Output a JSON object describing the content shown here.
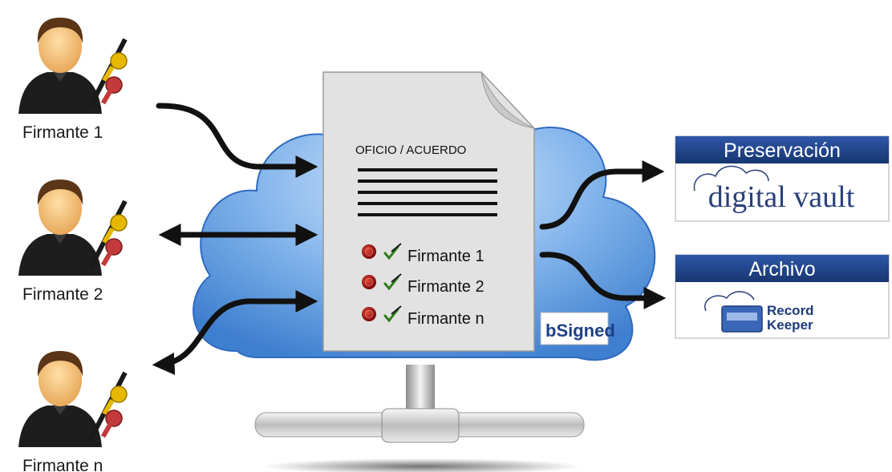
{
  "signers": [
    {
      "label": "Firmante 1"
    },
    {
      "label": "Firmante 2"
    },
    {
      "label": "Firmante n"
    }
  ],
  "document": {
    "title": "OFICIO / ACUERDO",
    "signatures": [
      "Firmante 1",
      "Firmante 2",
      "Firmante n"
    ]
  },
  "brand": {
    "logo_text": "bSigned"
  },
  "outputs": {
    "preservation": {
      "header": "Preservación",
      "logo_text": "digital vault"
    },
    "archive": {
      "header": "Archivo",
      "logo_line1": "Record",
      "logo_line2": "Keeper"
    }
  },
  "icons": [
    "user-icon",
    "key-icon",
    "pen-icon",
    "wax-seal-icon",
    "checkmark-icon",
    "folder-icon",
    "cloud-icon",
    "server-base-icon"
  ],
  "colors": {
    "cloud": "#7fb2ea",
    "arrow": "#111111",
    "header_blue": "#1c3f86",
    "seal": "#b01010",
    "check": "#2e7d1a",
    "key_gold": "#e7b800",
    "key_red": "#c23a3a"
  }
}
